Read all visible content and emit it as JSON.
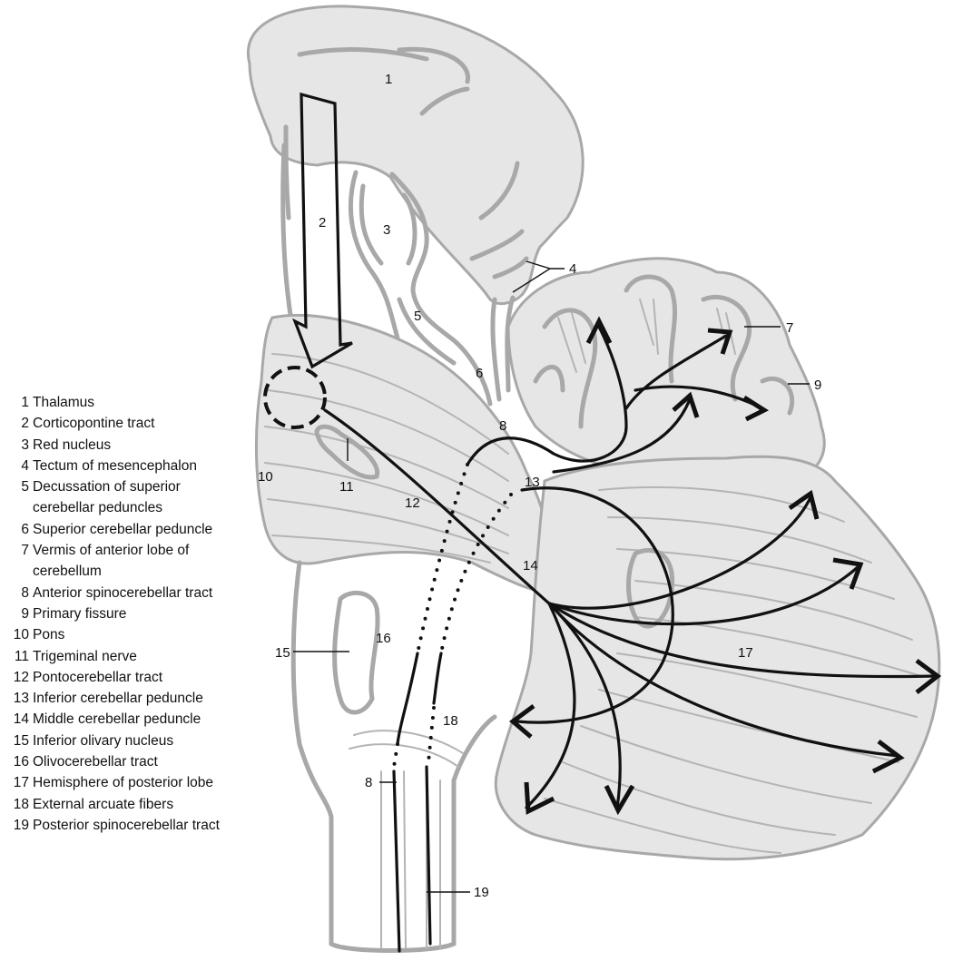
{
  "figure": {
    "subject": "Cerebellar afferent pathways (lateral view of brainstem and cerebellum)",
    "diagram_labels": [
      "1",
      "2",
      "3",
      "4",
      "5",
      "6",
      "7",
      "8",
      "9",
      "10",
      "11",
      "12",
      "13",
      "14",
      "15",
      "16",
      "17",
      "18",
      "19",
      "8"
    ]
  },
  "legend": [
    {
      "num": "1",
      "text": "Thalamus"
    },
    {
      "num": "2",
      "text": "Corticopontine tract"
    },
    {
      "num": "3",
      "text": "Red nucleus"
    },
    {
      "num": "4",
      "text": "Tectum of mesencephalon"
    },
    {
      "num": "5",
      "text": "Decussation of superior cerebellar peduncles"
    },
    {
      "num": "6",
      "text": "Superior cerebellar peduncle"
    },
    {
      "num": "7",
      "text": "Vermis of anterior lobe of cerebellum"
    },
    {
      "num": "8",
      "text": "Anterior spinocerebellar tract"
    },
    {
      "num": "9",
      "text": "Primary fissure"
    },
    {
      "num": "10",
      "text": "Pons"
    },
    {
      "num": "11",
      "text": "Trigeminal nerve"
    },
    {
      "num": "12",
      "text": "Pontocerebellar tract"
    },
    {
      "num": "13",
      "text": "Inferior cerebellar peduncle"
    },
    {
      "num": "14",
      "text": "Middle cerebellar peduncle"
    },
    {
      "num": "15",
      "text": "Inferior olivary nucleus"
    },
    {
      "num": "16",
      "text": "Olivocerebellar tract"
    },
    {
      "num": "17",
      "text": "Hemisphere of posterior lobe"
    },
    {
      "num": "18",
      "text": "External arcuate fibers"
    },
    {
      "num": "19",
      "text": "Posterior spinocerebellar tract"
    }
  ],
  "colors": {
    "anatomy_outline": "#a8a8a8",
    "pathway": "#111111",
    "background": "#ffffff"
  }
}
